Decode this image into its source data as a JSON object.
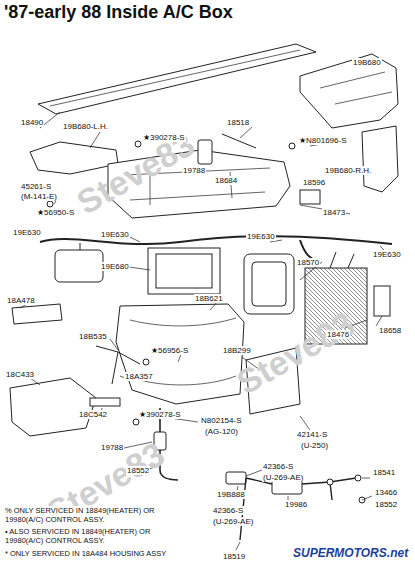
{
  "diagram": {
    "title": "'87-early 88 Inside A/C Box",
    "labels": [
      "19B680",
      "18490",
      "19B680-L.H.",
      "★390278-S",
      "18518",
      "★N801696-S",
      "19B680-R.H.",
      "45261-S",
      "(M-141-E)",
      "19788",
      "18684",
      "18596",
      "★56950-S",
      "18473",
      "19E630",
      "19E630",
      "19E680",
      "19E630",
      "18570",
      "19E630",
      "18A478",
      "18B621",
      "18476",
      "18658",
      "18B535",
      "★56956-S",
      "18B299",
      "18C433",
      "18A357",
      "18C542",
      "★390278-S",
      "N802154-S",
      "(AG-120)",
      "42141-S",
      "(U-250)",
      "19788",
      "18552",
      "42366-S",
      "(U-269-AE)",
      "18541",
      "19B888",
      "42366-S",
      "(U-269-AE)",
      "19986",
      "13466",
      "18552",
      "18519",
      "% ONLY SERVICED IN 18849(HEATER) OR 19980(A/C) CONTROL ASSY.",
      "• ALSO SERVICED IN 18849(HEATER) OR 19980(A/C) CONTROL ASSY.",
      "* ONLY SERVICED IN 18A484 HOUSING ASSY",
      "Steve83",
      "Steve83",
      "Steve83",
      "SUPERMOTORS.net"
    ]
  }
}
